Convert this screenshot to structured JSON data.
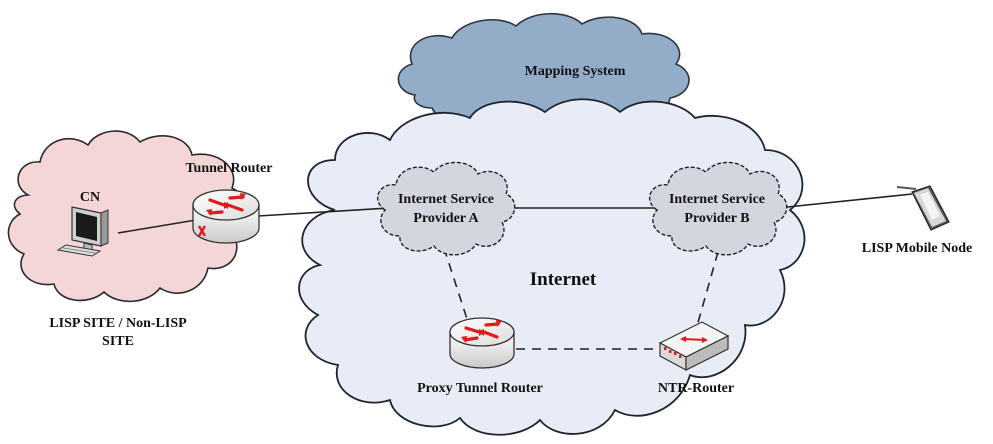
{
  "diagram": {
    "mapping_system_label": "Mapping System",
    "internet_label": "Internet",
    "isp_a_label_line1": "Internet Service",
    "isp_a_label_line2": "Provider A",
    "isp_b_label_line1": "Internet Service",
    "isp_b_label_line2": "Provider B",
    "tunnel_router_label": "Tunnel Router",
    "cn_label": "CN",
    "lisp_site_label_line1": "LISP SITE / Non-LISP",
    "lisp_site_label_line2": "SITE",
    "mobile_node_label": "LISP Mobile Node",
    "proxy_tunnel_router_label": "Proxy Tunnel Router",
    "ntr_router_label": "NTR-Router"
  },
  "colors": {
    "mapping_cloud": "#93acc8",
    "internet_cloud": "#e8ecf6",
    "isp_cloud": "#d3d6df",
    "site_cloud": "#f5d6d6",
    "router_red": "#e01b1b"
  }
}
